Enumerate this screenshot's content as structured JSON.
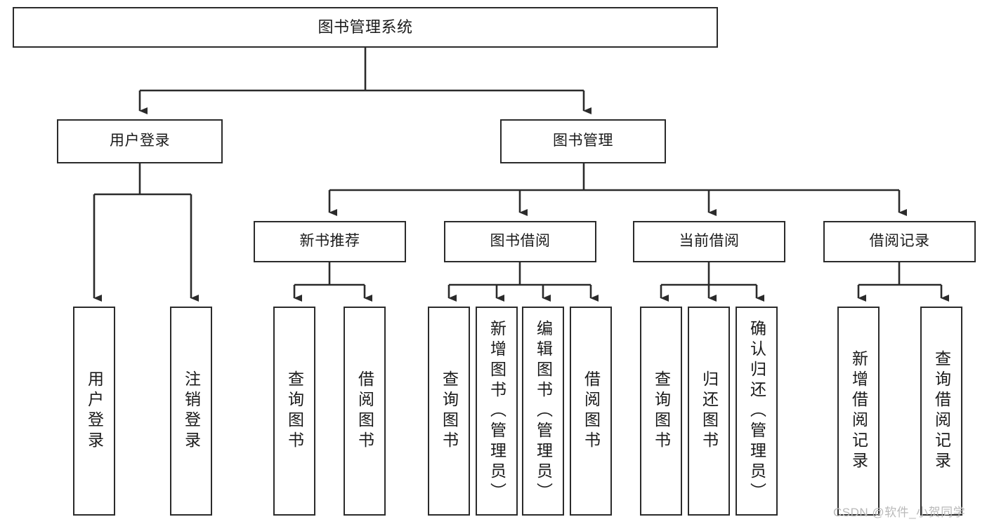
{
  "diagram": {
    "title": "图书管理系统",
    "type": "tree-hierarchy",
    "watermark": "CSDN @软件_小贺同学",
    "colors": {
      "stroke": "#2b2b2b",
      "fill": "#ffffff",
      "text": "#1a1a1a",
      "watermark": "#b9b9b9"
    },
    "root": {
      "label": "图书管理系统"
    },
    "level2": [
      {
        "id": "user-login",
        "label": "用户登录"
      },
      {
        "id": "book-manage",
        "label": "图书管理"
      }
    ],
    "level3": [
      {
        "id": "new-book-recommend",
        "label": "新书推荐",
        "parent": "book-manage"
      },
      {
        "id": "book-borrow",
        "label": "图书借阅",
        "parent": "book-manage"
      },
      {
        "id": "current-borrow",
        "label": "当前借阅",
        "parent": "book-manage"
      },
      {
        "id": "borrow-record",
        "label": "借阅记录",
        "parent": "book-manage"
      }
    ],
    "leaves": [
      {
        "id": "leaf-user-login",
        "label": "用户登录",
        "parent": "user-login"
      },
      {
        "id": "leaf-logout",
        "label": "注销登录",
        "parent": "user-login"
      },
      {
        "id": "leaf-query-book-1",
        "label": "查询图书",
        "parent": "new-book-recommend"
      },
      {
        "id": "leaf-borrow-book-1",
        "label": "借阅图书",
        "parent": "new-book-recommend"
      },
      {
        "id": "leaf-query-book-2",
        "label": "查询图书",
        "parent": "book-borrow"
      },
      {
        "id": "leaf-add-book",
        "label": "新增图书（管理员）",
        "parent": "book-borrow"
      },
      {
        "id": "leaf-edit-book",
        "label": "编辑图书（管理员）",
        "parent": "book-borrow"
      },
      {
        "id": "leaf-borrow-book-2",
        "label": "借阅图书",
        "parent": "book-borrow"
      },
      {
        "id": "leaf-query-book-3",
        "label": "查询图书",
        "parent": "current-borrow"
      },
      {
        "id": "leaf-return-book",
        "label": "归还图书",
        "parent": "current-borrow"
      },
      {
        "id": "leaf-confirm-return",
        "label": "确认归还（管理员）",
        "parent": "current-borrow"
      },
      {
        "id": "leaf-add-record",
        "label": "新增借阅记录",
        "parent": "borrow-record"
      },
      {
        "id": "leaf-query-record",
        "label": "查询借阅记录",
        "parent": "borrow-record"
      }
    ]
  }
}
